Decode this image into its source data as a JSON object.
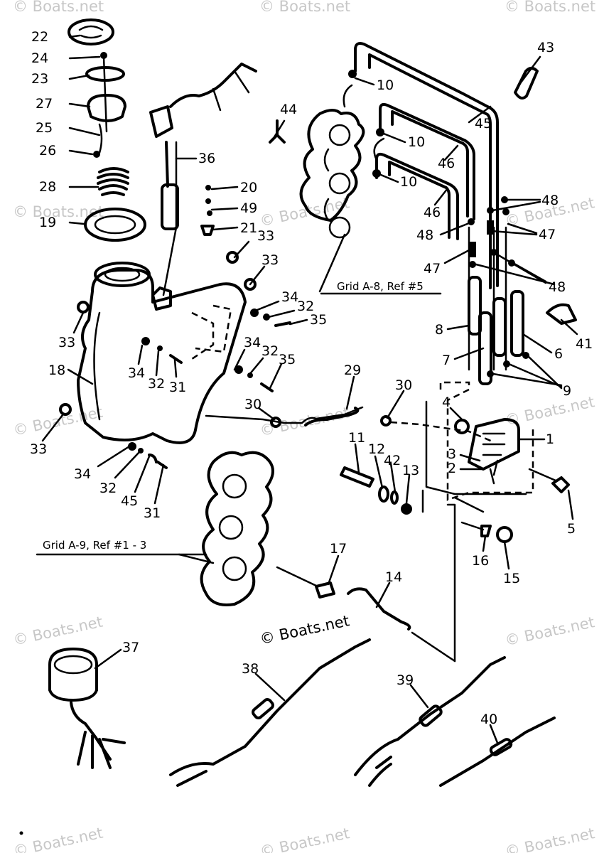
{
  "diagram": {
    "callouts": [
      "22",
      "24",
      "23",
      "27",
      "25",
      "26",
      "28",
      "19",
      "36",
      "20",
      "49",
      "21",
      "33",
      "33",
      "34",
      "32",
      "35",
      "33",
      "34",
      "32",
      "31",
      "34",
      "32",
      "35",
      "18",
      "33",
      "34",
      "32",
      "45",
      "31",
      "10",
      "10",
      "10",
      "45",
      "46",
      "46",
      "43",
      "44",
      "48",
      "48",
      "47",
      "47",
      "48",
      "8",
      "7",
      "6",
      "41",
      "9",
      "4",
      "1",
      "3",
      "2",
      "5",
      "29",
      "30",
      "30",
      "11",
      "12",
      "42",
      "13",
      "16",
      "15",
      "17",
      "14",
      "37",
      "38",
      "39",
      "40"
    ],
    "references": [
      "Grid A-8, Ref #5",
      "Grid A-9, Ref #1 - 3"
    ],
    "watermark": "© Boats.net",
    "center_watermark": "© Boats.net"
  },
  "colors": {
    "ink": "#000000",
    "paper": "#ffffff",
    "watermark": "#9a9a9a"
  }
}
